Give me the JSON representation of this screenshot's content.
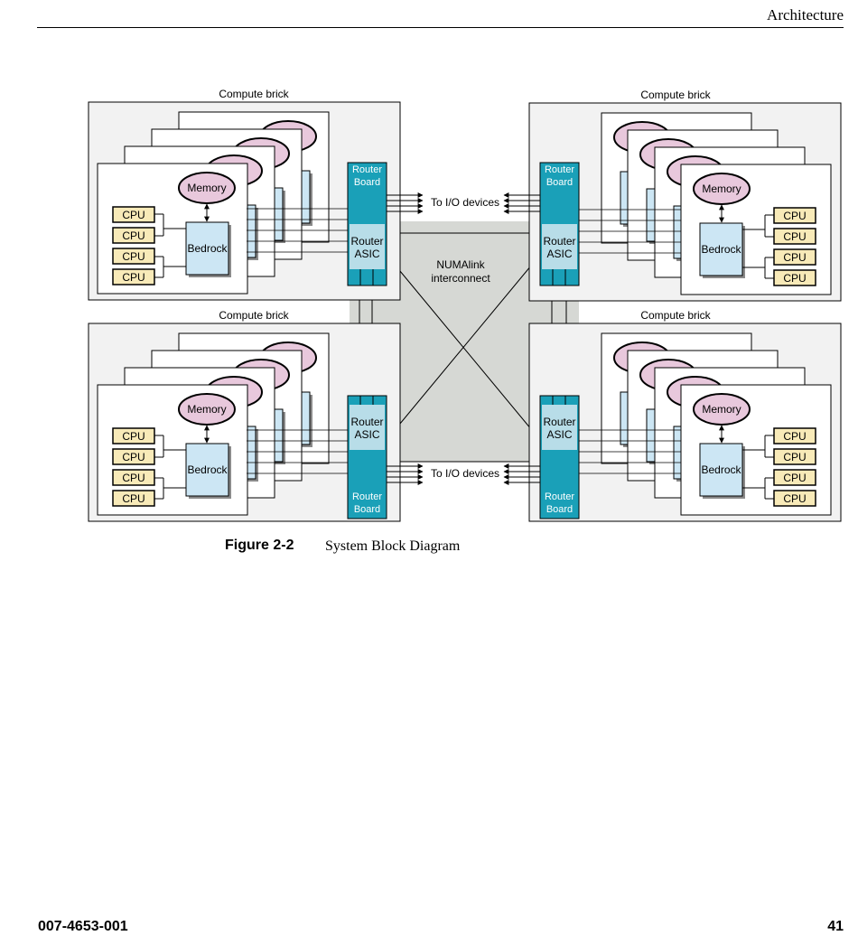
{
  "header": {
    "title": "Architecture"
  },
  "diagram": {
    "brick_label": "Compute brick",
    "memory_label": "Memory",
    "bedrock_label": "Bedrock",
    "cpu_label": "CPU",
    "router_board_label": [
      "Router",
      "Board"
    ],
    "router_asic_label": [
      "Router",
      "ASIC"
    ],
    "io_label": "To I/O devices",
    "interconnect_label": [
      "NUMAlink",
      "interconnect"
    ],
    "colors": {
      "memory_fill": "#e8c8dc",
      "bedrock_fill": "#cce6f4",
      "cpu_fill": "#f8eab8",
      "router_board_fill": "#1aa0b8",
      "router_asic_fill": "#b8dde8",
      "interconnect_fill": "#d6d8d4",
      "brick_bg": "#f2f2f2"
    }
  },
  "caption": {
    "label": "Figure 2-2",
    "title": "System Block Diagram"
  },
  "footer": {
    "doc_number": "007-4653-001",
    "page_number": "41"
  }
}
